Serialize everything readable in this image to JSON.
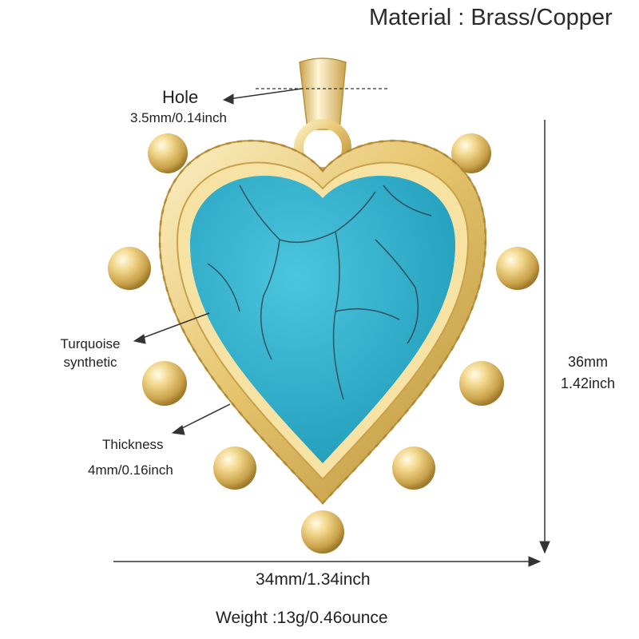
{
  "material": "Material : Brass/Copper",
  "hole": {
    "title": "Hole",
    "size": "3.5mm/0.14inch"
  },
  "stone": {
    "line1": "Turquoise",
    "line2": "synthetic"
  },
  "thickness": {
    "title": "Thickness",
    "size": "4mm/0.16inch"
  },
  "height": {
    "mm": "36mm",
    "inch": "1.42inch"
  },
  "width": "34mm/1.34inch",
  "weight": "Weight :13g/0.46ounce",
  "colors": {
    "gold": "#e6c56e",
    "gold_light": "#fbefc4",
    "gold_dark": "#b8913a",
    "turquoise": "#2fb0cc",
    "vein": "#2b3a44"
  }
}
